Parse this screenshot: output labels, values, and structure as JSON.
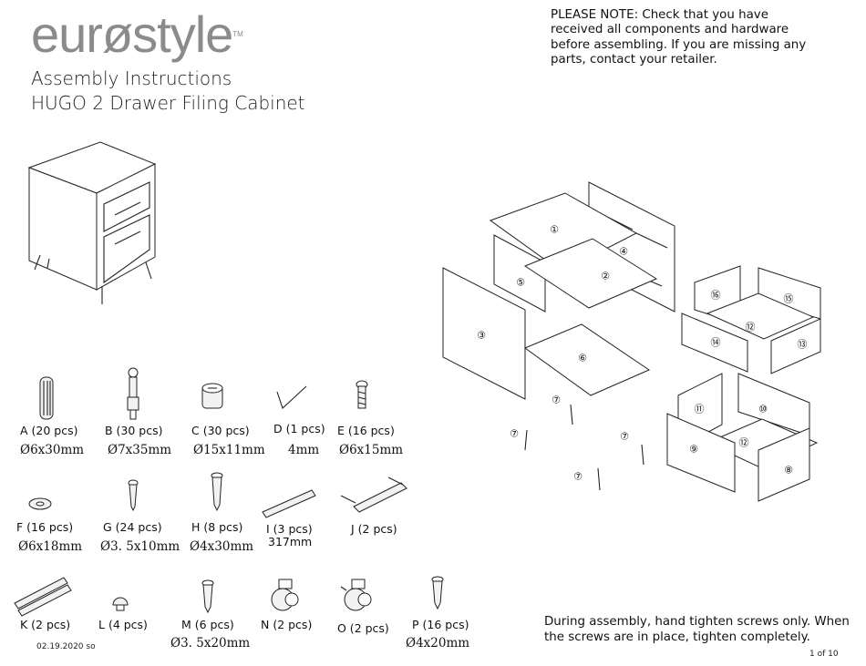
{
  "header": {
    "brand": "eurøstyle",
    "trademark": "TM",
    "subtitle": "Assembly Instructions",
    "product": "HUGO 2 Drawer Filing Cabinet"
  },
  "notice": "PLEASE NOTE: Check that you have received all components and hardware before assembling. If you are missing any parts, contact your retailer.",
  "hardware": [
    {
      "label": "A  (20 pcs)",
      "dim": "Ø6x30mm"
    },
    {
      "label": "B  (30 pcs)",
      "dim": "Ø7x35mm"
    },
    {
      "label": "C  (30 pcs)",
      "dim": "Ø15x11mm"
    },
    {
      "label": "D  (1 pcs)",
      "dim": "4mm"
    },
    {
      "label": "E  (16 pcs)",
      "dim": "Ø6x15mm"
    },
    {
      "label": "F  (16 pcs)",
      "dim": "Ø6x18mm"
    },
    {
      "label": "G  (24 pcs)",
      "dim": "Ø3. 5x10mm"
    },
    {
      "label": "H  (8 pcs)",
      "dim": "Ø4x30mm"
    },
    {
      "label": "I  (3 pcs)",
      "dim": "317mm"
    },
    {
      "label": "J  (2 pcs)",
      "dim": ""
    },
    {
      "label": "K  (2 pcs)",
      "dim": ""
    },
    {
      "label": "L  (4 pcs)",
      "dim": ""
    },
    {
      "label": "M  (6 pcs)",
      "dim": "Ø3. 5x20mm"
    },
    {
      "label": "N  (2 pcs)",
      "dim": ""
    },
    {
      "label": "O  (2 pcs)",
      "dim": ""
    },
    {
      "label": "P  (16 pcs)",
      "dim": "Ø4x20mm"
    }
  ],
  "panel_numbers": [
    "①",
    "②",
    "③",
    "④",
    "⑤",
    "⑥",
    "⑦",
    "⑧",
    "⑨",
    "⑩",
    "⑪",
    "⑫",
    "⑬",
    "⑭",
    "⑮",
    "⑯"
  ],
  "footer": {
    "date": "02.19.2020 so",
    "tip": "During assembly, hand tighten screws only. When the screws are in place, tighten completely.",
    "page": "1 of 10"
  }
}
